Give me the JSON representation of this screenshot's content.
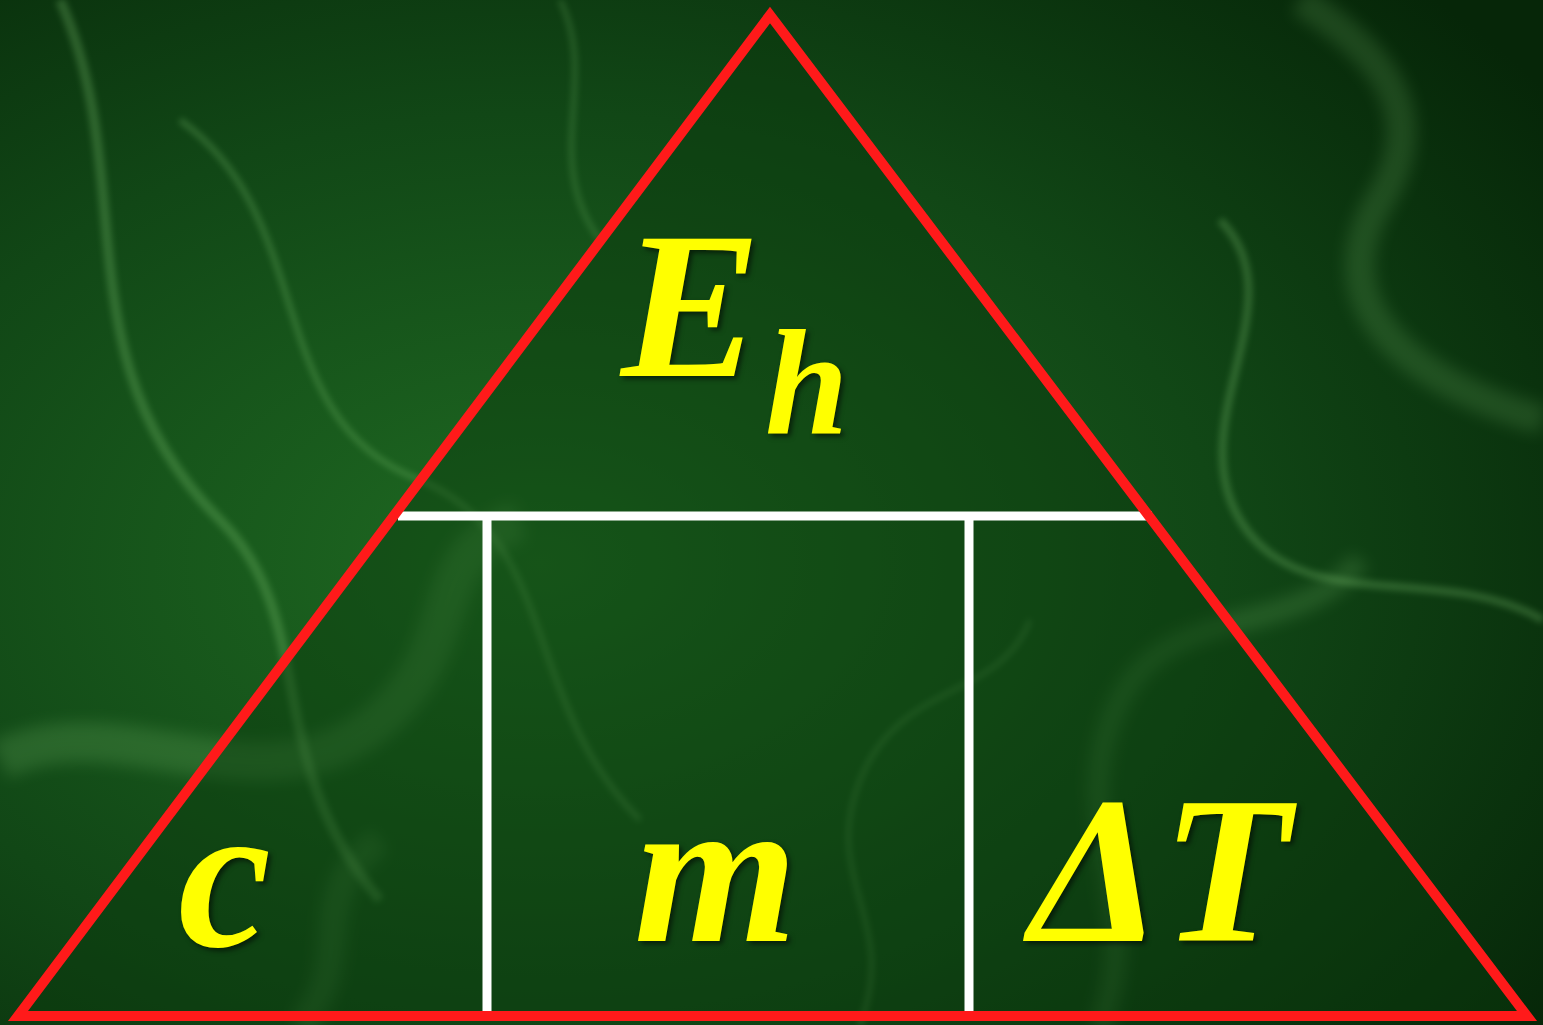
{
  "diagram": {
    "nodes": [
      {
        "text": [
          "E",
          "h"
        ]
      },
      {
        "text": [
          "c"
        ]
      },
      {
        "text": [
          "m"
        ]
      },
      {
        "text": [
          "ΔT"
        ]
      }
    ]
  }
}
